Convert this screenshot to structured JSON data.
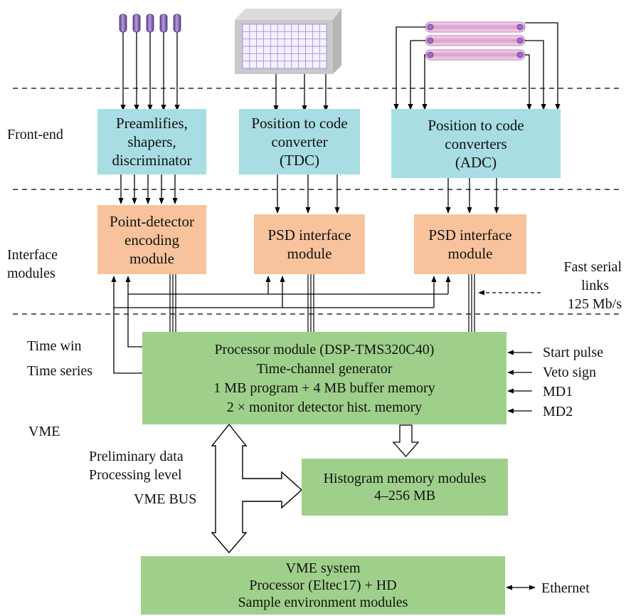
{
  "sections": {
    "front_end": "Front-end",
    "interface": [
      "Interface",
      "modules"
    ],
    "vme": "VME"
  },
  "boxes": {
    "preamplifiers": [
      "Preamlifies,",
      "shapers,",
      "discriminator"
    ],
    "tdc_converter": [
      "Position to code",
      "converter",
      "(TDC)"
    ],
    "adc_converters": [
      "Position to code",
      "converters",
      "(ADC)"
    ],
    "point_detector": [
      "Point-detector",
      "encoding",
      "module"
    ],
    "psd_interface_1": [
      "PSD interface",
      "module"
    ],
    "psd_interface_2": [
      "PSD interface",
      "module"
    ],
    "processor": [
      "Processor module (DSP-TMS320C40)",
      "Time-channel generator",
      "1 MB program + 4 MB buffer memory",
      "2 × monitor detector hist. memory"
    ],
    "histogram": [
      "Histogram memory modules",
      "4–256 MB"
    ],
    "vme_system": [
      "VME system",
      "Processor (Eltec17) + HD",
      "Sample environment modules"
    ]
  },
  "labels": {
    "fast_serial": [
      "Fast serial",
      "links",
      "125 Mb/s"
    ],
    "time_win": "Time win",
    "time_series": "Time series",
    "start_pulse": "Start pulse",
    "veto_sign": "Veto sign",
    "md1": "MD1",
    "md2": "MD2",
    "preliminary": [
      "Preliminary data",
      "Processing level"
    ],
    "vme_bus": "VME BUS",
    "ethernet": "Ethernet"
  },
  "colors": {
    "front_end_box": "#a8dde3",
    "interface_box": "#f8c39c",
    "processing_box": "#9fd08b",
    "detector_tube": "#8a66b8",
    "scintillator_grid": "#a98ee0",
    "psd_tube": "#e7b3dc"
  }
}
